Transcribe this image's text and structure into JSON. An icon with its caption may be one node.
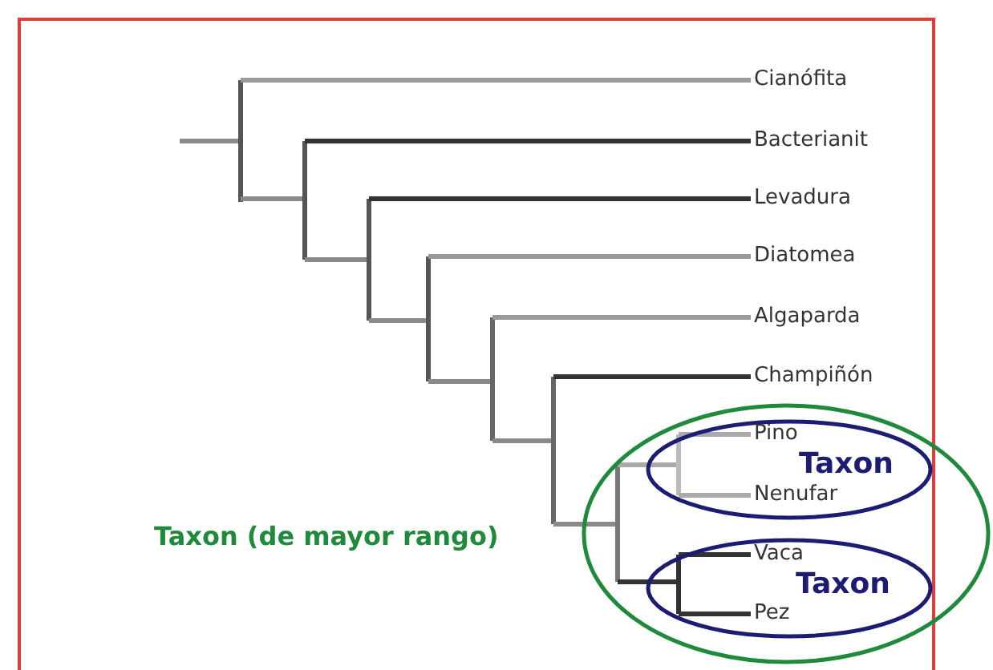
{
  "diagram": {
    "nodes": [
      {
        "text": [
          "Taxon (de mayor rango)"
        ]
      },
      {
        "text": [
          "Taxon"
        ],
        "in": 0
      },
      {
        "text": [
          "Taxon"
        ],
        "in": 0
      }
    ],
    "labels": [
      "Cianófita",
      "Bacterianit",
      "Levadura",
      "Diatomea",
      "Algaparda",
      "Champiñón",
      "Pino",
      "Nenufar",
      "Vaca",
      "Pez"
    ]
  }
}
